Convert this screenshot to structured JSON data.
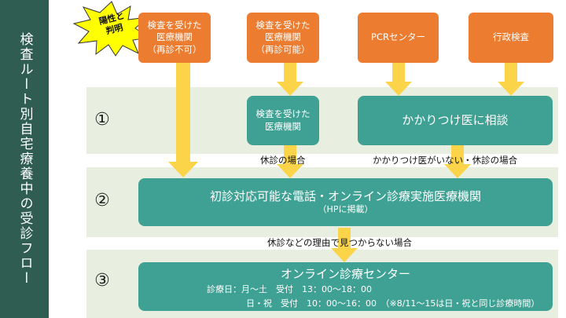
{
  "sidebar": {
    "title": "検査ルート別自宅療養中の受診フロー"
  },
  "burst": {
    "line1": "陽性と",
    "line2": "判明"
  },
  "top_boxes": [
    {
      "line1": "検査を受けた",
      "line2": "医療機関",
      "line3": "（再診不可）"
    },
    {
      "line1": "検査を受けた",
      "line2": "医療機関",
      "line3": "（再診可能）"
    },
    {
      "line1": "PCRセンター"
    },
    {
      "line1": "行政検査"
    }
  ],
  "steps": {
    "one": "①",
    "two": "②",
    "three": "③"
  },
  "step1": {
    "clinic": {
      "line1": "検査を受けた",
      "line2": "医療機関"
    },
    "family_doctor": "かかりつけ医に相談"
  },
  "labels": {
    "closed": "休診の場合",
    "no_doctor": "かかりつけ医がいない・休診の場合",
    "not_found": "休診などの理由で見つからない場合"
  },
  "step2": {
    "title": "初診対応可能な電話・オンライン診療実施医療機関",
    "note": "（HPに掲載）"
  },
  "step3": {
    "title": "オンライン診療センター",
    "line1": "診療日：月～土　受付　13：00～18：00",
    "line2": "日・祝　受付　10：00～16：00　（※8/11～15は日・祝と同じ診療時間）"
  },
  "colors": {
    "sidebar": "#2f5d52",
    "orange": "#ec7c30",
    "teal": "#3fa193",
    "band": "#e8efe1",
    "arrow": "#fbd44a",
    "burst": "#ffff00"
  }
}
